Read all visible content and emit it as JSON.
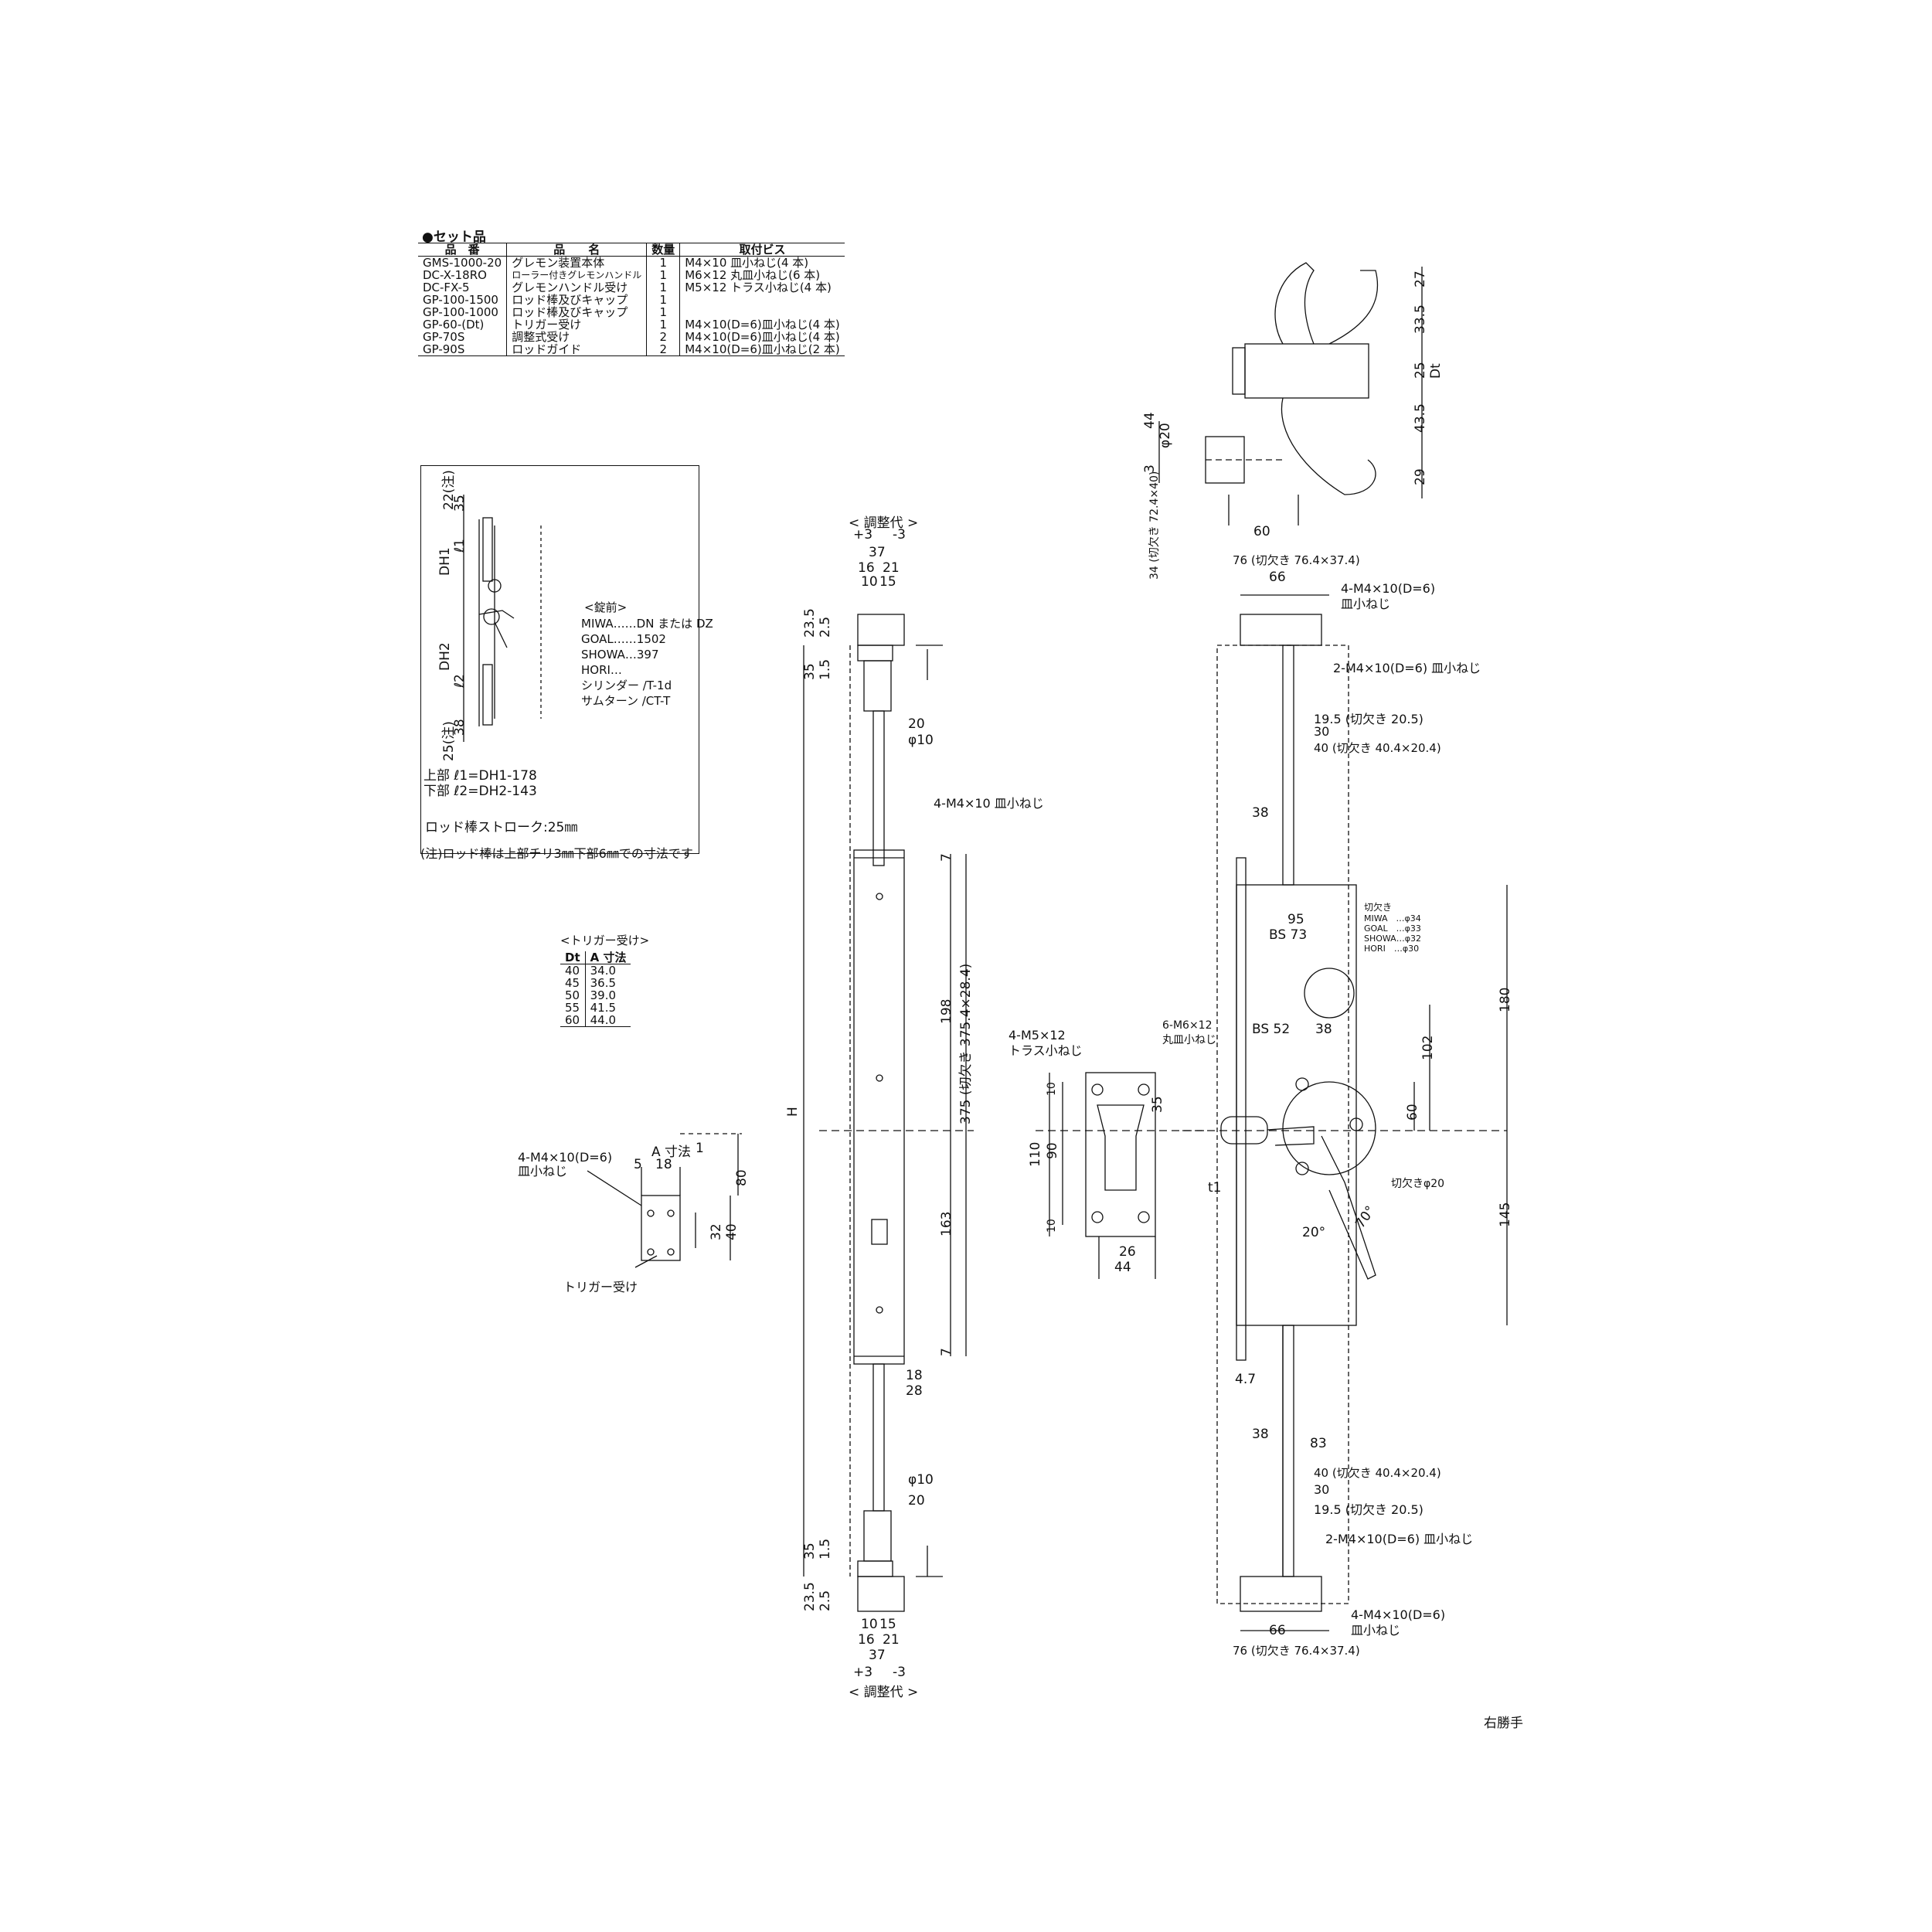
{
  "set_table": {
    "title": "●セット品",
    "headers": [
      "品　番",
      "品　　名",
      "数量",
      "取付ビス"
    ],
    "rows": [
      [
        "GMS-1000-20",
        "グレモン装置本体",
        "1",
        "M4×10 皿小ねじ(4 本)"
      ],
      [
        "DC-X-18RO",
        "ローラー付きグレモンハンドル",
        "1",
        "M6×12 丸皿小ねじ(6 本)"
      ],
      [
        "DC-FX-5",
        "グレモンハンドル受け",
        "1",
        "M5×12 トラス小ねじ(4 本)"
      ],
      [
        "GP-100-1500",
        "ロッド棒及びキャップ",
        "1",
        ""
      ],
      [
        "GP-100-1000",
        "ロッド棒及びキャップ",
        "1",
        ""
      ],
      [
        "GP-60-(Dt)",
        "トリガー受け",
        "1",
        "M4×10(D=6)皿小ねじ(4 本)"
      ],
      [
        "GP-70S",
        "調整式受け",
        "2",
        "M4×10(D=6)皿小ねじ(4 本)"
      ],
      [
        "GP-90S",
        "ロッドガイド",
        "2",
        "M4×10(D=6)皿小ねじ(2 本)"
      ]
    ]
  },
  "note_box": {
    "dims_left": [
      "22(注)",
      "DH1",
      "DH2",
      "25(注)"
    ],
    "dims_inner": [
      "35",
      "ℓ1",
      "ℓ2",
      "38"
    ],
    "lock_title": "<錠前>",
    "lock_lines": [
      "MIWA……DN または DZ",
      "GOAL……1502",
      "SHOWA…397",
      "HORI…",
      "シリンダー /T-1d",
      "サムターン /CT-T"
    ],
    "formula_1": "上部 ℓ1=DH1-178",
    "formula_2": "下部 ℓ2=DH2-143",
    "stroke": "ロッド棒ストローク:25㎜",
    "footnote": "(注)ロッド棒は上部チリ3㎜下部6㎜での寸法です"
  },
  "trigger_table": {
    "title": "<トリガー受け>",
    "headers": [
      "Dt",
      "A 寸法"
    ],
    "rows": [
      [
        "40",
        "34.0"
      ],
      [
        "45",
        "36.5"
      ],
      [
        "50",
        "39.0"
      ],
      [
        "55",
        "41.5"
      ],
      [
        "60",
        "44.0"
      ]
    ]
  },
  "trigger_detail": {
    "screw": "4-M4×10(D=6)",
    "screw2": "皿小ねじ",
    "a_dim": "A 寸法",
    "d1": "1",
    "d5": "5",
    "d18": "18",
    "d80": "80",
    "d32": "32",
    "d40": "40",
    "label": "トリガー受け"
  },
  "rod_view": {
    "adj_top": "< 調整代 >",
    "adj_bottom": "< 調整代 >",
    "plus3": "+3",
    "minus3": "-3",
    "d37": "37",
    "d16": "16",
    "d21": "21",
    "d10": "10",
    "d15": "15",
    "d23_5": "23.5",
    "d2_5": "2.5",
    "d35": "35",
    "d1_5": "1.5",
    "d20": "20",
    "phi10": "φ10",
    "screw": "4-M4×10 皿小ねじ",
    "d7": "7",
    "d198": "198",
    "d375": "375 (切欠き 375.4×28.4)",
    "d163": "163",
    "d18": "18",
    "d28": "28",
    "H": "H"
  },
  "receiver_view": {
    "screw": "4-M5×12",
    "screw2": "トラス小ねじ",
    "d10": "10",
    "d35": "35",
    "d110": "110",
    "d90": "90",
    "d26": "26",
    "d44": "44"
  },
  "handle_view": {
    "d27": "27",
    "d33_5": "33.5",
    "d25": "25",
    "Dt": "Dt",
    "d43_5": "43.5",
    "d29": "29",
    "d44": "44",
    "phi20": "φ20",
    "d3": "3",
    "d60": "60",
    "cut34": "34 (切欠き 72.4×40)"
  },
  "main_view": {
    "d76": "76 (切欠き 76.4×37.4)",
    "d66": "66",
    "screw_top": "4-M4×10(D=6)",
    "screw_top2": "皿小ねじ",
    "screw2": "2-M4×10(D=6) 皿小ねじ",
    "d19_5": "19.5 (切欠き 20.5)",
    "d30": "30",
    "d40": "40 (切欠き 40.4×20.4)",
    "d38": "38",
    "d95": "95",
    "bs73": "BS 73",
    "cut_title": "切欠き",
    "cut_lines": [
      "MIWA　…φ34",
      "GOAL　…φ33",
      "SHOWA…φ32",
      "HORI　…φ30"
    ],
    "d180": "180",
    "screw6": "6-M6×12",
    "screw6b": "丸皿小ねじ",
    "bs52": "BS 52",
    "d102": "102",
    "d60": "60",
    "cut20": "切欠きφ20",
    "t1": "t1",
    "d20deg": "20°",
    "d70deg": "70°",
    "d145": "145",
    "d4_7": "4.7",
    "d83": "83",
    "hand": "右勝手"
  }
}
